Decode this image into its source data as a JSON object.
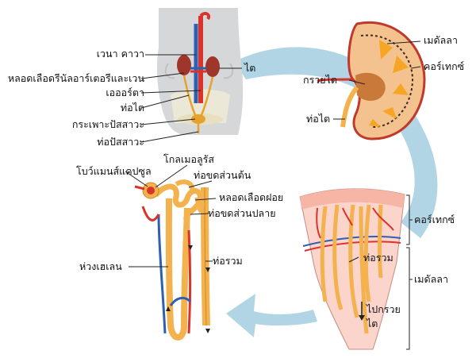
{
  "labels": {
    "vena_cava": "เวนา คาวา",
    "renal_vessels": "หลอดเลือดรีนัลอาร์เตอรีและเวน",
    "aorta": "เอออร์ตา",
    "ureter_body": "ท่อไต",
    "bladder": "กระเพาะปัสสาวะ",
    "urethra": "ท่อปัสสาวะ",
    "kidney": "ไต",
    "medulla_top": "เมดัลลา",
    "cortex_top": "คอร์เทกซ์",
    "renal_pelvis": "กรวยไต",
    "ureter_kidney": "ท่อไต",
    "glomerulus": "โกลเมอลูรัส",
    "bowman_capsule": "โบว์แมนส์แคปซูล",
    "proximal_tubule": "ท่อขดส่วนต้น",
    "capillaries": "หลอดเลือดฝอย",
    "distal_tubule": "ท่อขดส่วนปลาย",
    "loop_of_henle": "ห่วงเฮเลน",
    "collecting_duct_left": "ท่อรวม",
    "cortex_section": "คอร์เทกซ์",
    "collecting_duct_section": "ท่อรวม",
    "medulla_section": "เมดัลลา",
    "to_pelvis_line1": "ไปกรวย",
    "to_pelvis_line2": "ไต"
  },
  "colors": {
    "arrow": "#a9d0e2",
    "artery": "#d9332b",
    "vein": "#2f5fb0",
    "tubule": "#f3b24d",
    "tubule_outline": "#c98a26",
    "body": "#d6d7d9",
    "kidney_fill": "#f4c28f",
    "pyramid": "#f6a623",
    "section": "#fbd4cc"
  }
}
